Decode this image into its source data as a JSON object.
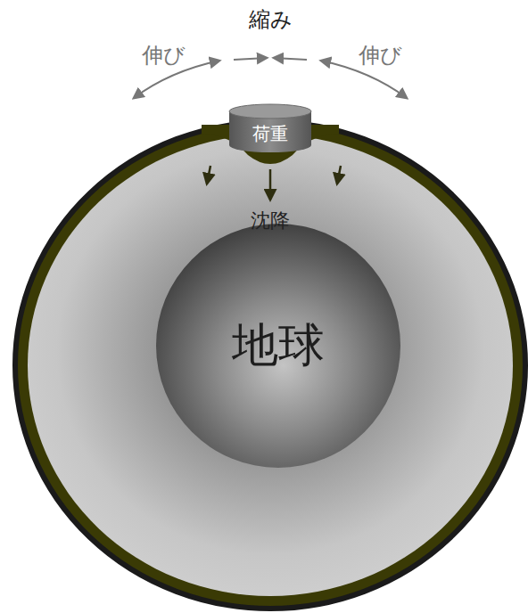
{
  "diagram": {
    "nodes": [
      {
        "text": [
          "荷重"
        ]
      },
      {
        "text": [
          "地球"
        ]
      }
    ],
    "labels": [
      "縮み",
      "伸び",
      "伸び",
      "沈降"
    ]
  }
}
